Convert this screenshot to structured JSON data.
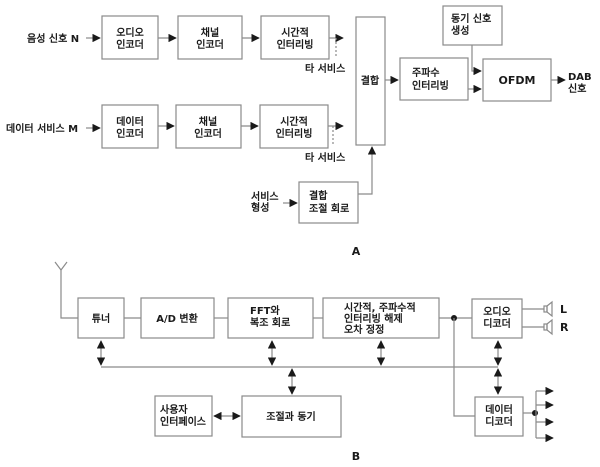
{
  "diagram_a": {
    "label": "A",
    "inputs": {
      "audio": "음성 신호 N",
      "data": "데이터 서비스 M",
      "service": [
        "서비스",
        "형성"
      ]
    },
    "row1": {
      "audio_encoder": [
        "오디오",
        "인코더"
      ],
      "channel_encoder": [
        "채널",
        "인코더"
      ],
      "time_interleaving": [
        "시간적",
        "인터리빙"
      ],
      "other_services": "타 서비스"
    },
    "row2": {
      "data_encoder": [
        "데이터",
        "인코더"
      ],
      "channel_encoder": [
        "채널",
        "인코더"
      ],
      "time_interleaving": [
        "시간적",
        "인터리빙"
      ],
      "other_services": "타 서비스"
    },
    "multiplex_control": [
      "결합",
      "조절 회로"
    ],
    "multiplexer": "결합",
    "freq_interleaving": [
      "주파수",
      "인터리빙"
    ],
    "sync_gen": [
      "동기 신호",
      "생성"
    ],
    "ofdm": "OFDM",
    "output": [
      "DAB",
      "신호"
    ]
  },
  "diagram_b": {
    "label": "B",
    "tuner": "튜너",
    "adc": "A/D 변환",
    "fft": [
      "FFT와",
      "복조 회로"
    ],
    "deinterleave": [
      "시간적, 주파수적",
      "인터리빙 해제",
      "오차 정정"
    ],
    "audio_decoder": [
      "오디오",
      "디코더"
    ],
    "data_decoder": [
      "데이터",
      "디코더"
    ],
    "user_interface": [
      "사용자",
      "인터페이스"
    ],
    "control_sync": "조절과 동기",
    "speaker_left": "L",
    "speaker_right": "R"
  }
}
